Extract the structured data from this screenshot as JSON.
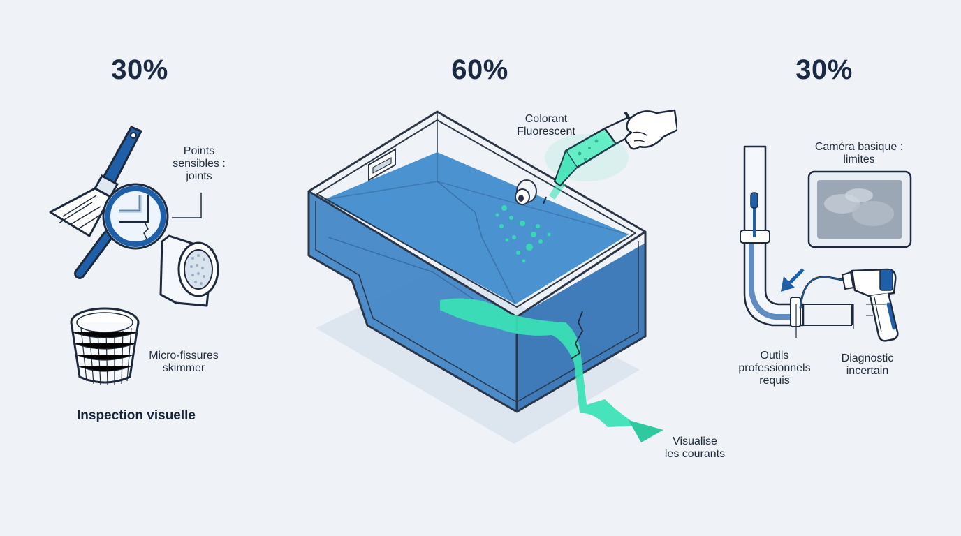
{
  "left": {
    "percent": "30%",
    "label_points": "Points\nsensibles :\njoints",
    "label_skimmer": "Micro-fissures\nskimmer",
    "title": "Inspection visuelle"
  },
  "center": {
    "percent": "60%",
    "label_dye": "Colorant\nFluorescent",
    "label_currents": "Visualise\nles courants"
  },
  "right": {
    "percent": "30%",
    "label_camera": "Caméra basique :\nlimites",
    "label_tools": "Outils\nprofessionnels\nrequis",
    "label_diagnostic": "Diagnostic\nincertain"
  },
  "colors": {
    "background": "#eff3f8",
    "primary_blue": "#1f5fa8",
    "water": "#3d86c6",
    "dye": "#2fe3b0",
    "outline": "#2a3648"
  }
}
